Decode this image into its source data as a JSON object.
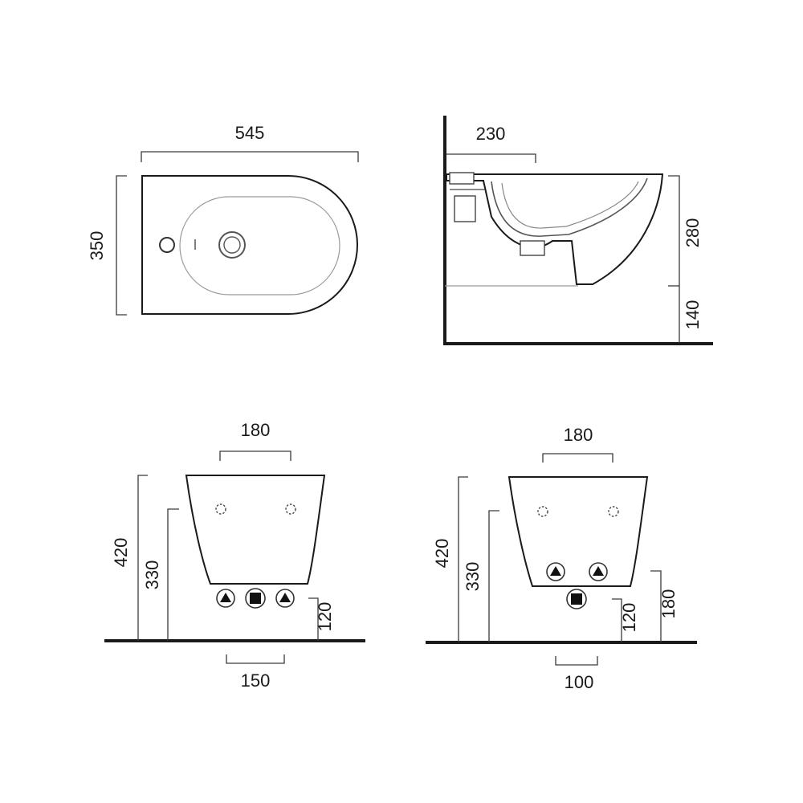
{
  "top_view": {
    "width_label": "545",
    "depth_label": "350"
  },
  "side_view": {
    "projection_label": "230",
    "height_label": "280",
    "floor_gap_label": "140"
  },
  "front_view_left": {
    "fixing_spacing_label": "180",
    "total_height_label": "420",
    "fixing_height_label": "330",
    "connection_height_label": "120",
    "connection_spacing_label": "150"
  },
  "front_view_right": {
    "fixing_spacing_label": "180",
    "total_height_label": "420",
    "fixing_height_label": "330",
    "drain_height_label": "120",
    "supply_height_label": "180",
    "connection_spacing_label": "100"
  }
}
